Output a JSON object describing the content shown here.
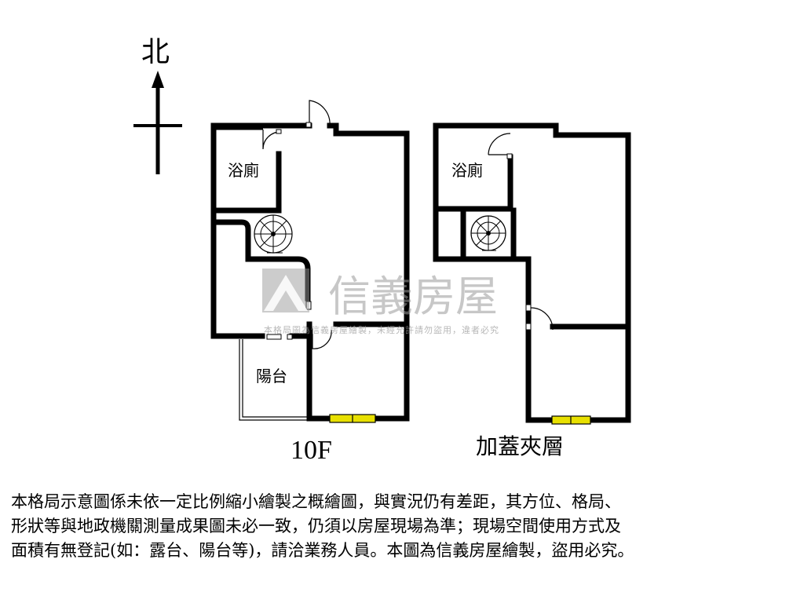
{
  "compass": {
    "north_label": "北"
  },
  "floors": [
    {
      "label": "10F",
      "rooms": {
        "bath": "浴廁",
        "balcony": "陽台"
      }
    },
    {
      "label": "加蓋夾層",
      "rooms": {
        "bath": "浴廁"
      }
    }
  ],
  "watermark": {
    "brand": "信義房屋",
    "notice": "本格局圖為信義房屋繪製，未經允許請勿盜用，違者必究"
  },
  "disclaimer": {
    "lines": [
      "本格局示意圖係未依一定比例縮小繪製之概繪圖，與實況仍有差距，其方位、格局、",
      "形狀等與地政機關測量成果圖未必一致，仍須以房屋現場為準；現場空間使用方式及",
      "面積有無登記(如：露台、陽台等)，請洽業務人員。本圖為信義房屋繪製，盜用必究。"
    ]
  },
  "colors": {
    "wall": "#000000",
    "window": "#e8e000",
    "watermark": "#9a9a9a"
  }
}
